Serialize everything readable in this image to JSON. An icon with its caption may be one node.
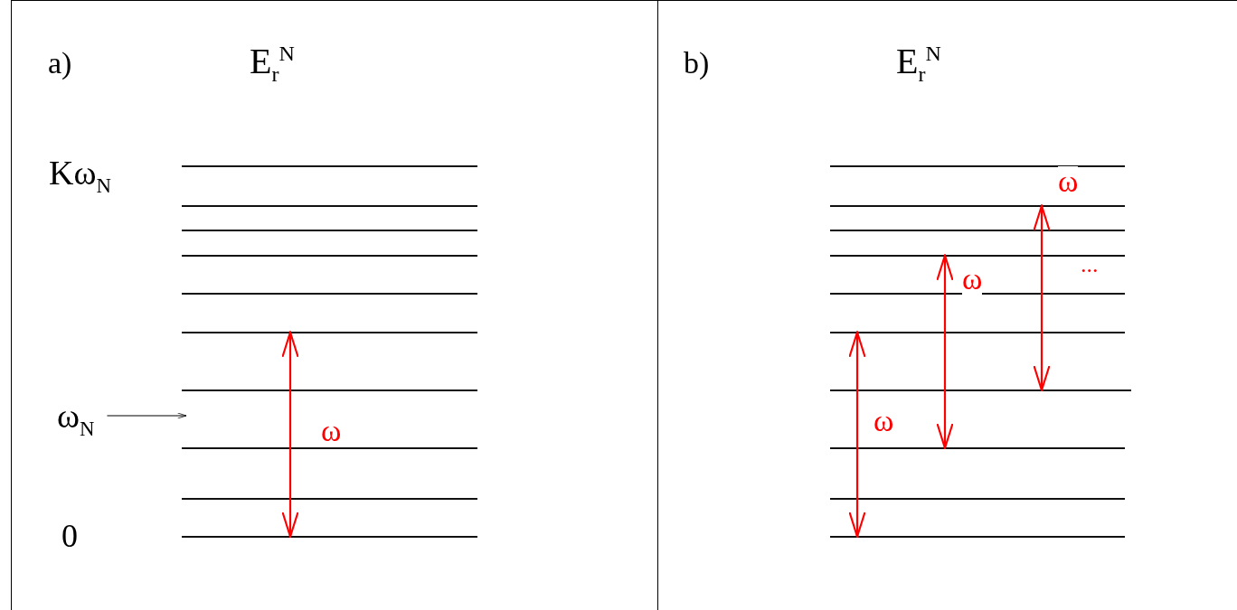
{
  "diagram": {
    "nodes": [
      {
        "text": [
          "a)",
          "E$_{r}$$^{N}$"
        ]
      },
      {
        "text": [],
        "shape": "bar",
        "in": 0
      },
      {
        "text": [],
        "shape": "bar",
        "in": 0
      },
      {
        "text": [],
        "shape": "bar",
        "in": 0
      },
      {
        "text": [],
        "shape": "bar",
        "in": 0
      },
      {
        "text": [],
        "shape": "bar",
        "in": 0
      },
      {
        "text": [],
        "shape": "bar",
        "in": 0
      },
      {
        "text": [],
        "shape": "bar",
        "in": 0
      },
      {
        "text": [],
        "shape": "bar",
        "in": 0
      },
      {
        "text": [],
        "shape": "bar",
        "in": 0
      },
      {
        "text": [],
        "shape": "bar",
        "in": 0
      },
      {
        "text": [
          "ω$_{N}$"
        ],
        "in": 0
      },
      {
        "text": [
          "b)",
          "E$_{r}$$^{N}$"
        ]
      },
      {
        "text": [],
        "shape": "bar",
        "in": 12
      },
      {
        "text": [],
        "shape": "bar",
        "in": 12
      },
      {
        "text": [],
        "shape": "bar",
        "in": 12
      },
      {
        "text": [],
        "shape": "bar",
        "in": 12
      },
      {
        "text": [],
        "shape": "bar",
        "in": 12
      },
      {
        "text": [],
        "shape": "bar",
        "in": 12
      },
      {
        "text": [],
        "shape": "bar",
        "in": 12
      },
      {
        "text": [],
        "shape": "bar",
        "in": 12
      },
      {
        "text": [],
        "shape": "bar",
        "in": 12
      },
      {
        "text": [],
        "shape": "bar",
        "in": 12
      }
    ],
    "edges": [
      {
        "from": 10,
        "to": 6,
        "arrow": "both",
        "label": "ω",
        "color": "#ff0000"
      },
      {
        "from": 11,
        "to": 7,
        "arrow": "to",
        "color": "#000000"
      },
      {
        "from": 22,
        "to": 18,
        "arrow": "both",
        "label": "ω",
        "color": "#ff0000"
      },
      {
        "from": 20,
        "to": 16,
        "arrow": "both",
        "label": "ω",
        "color": "#ff0000"
      },
      {
        "from": 19,
        "to": 14,
        "arrow": "both",
        "label": "ω",
        "color": "#ff0000"
      }
    ],
    "labels": [
      "Kω$_{N}$",
      "0",
      "..."
    ]
  }
}
